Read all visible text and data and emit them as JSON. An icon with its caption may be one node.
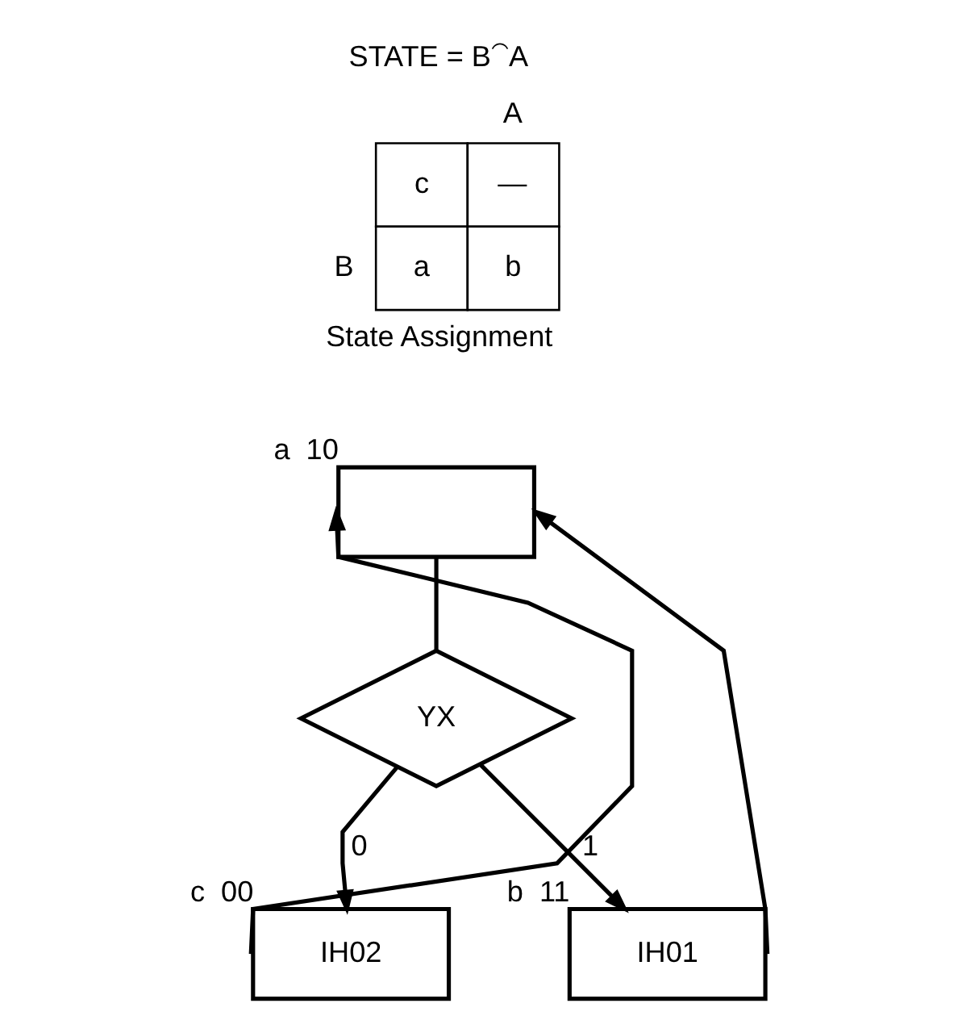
{
  "diagram": {
    "nodes": [
      {
        "text": [],
        "shape": "box",
        "beside": [
          "a",
          "10"
        ]
      },
      {
        "text": [
          "YX"
        ]
      },
      {
        "text": [
          "IH02"
        ],
        "beside": [
          "c",
          "00"
        ]
      },
      {
        "text": [
          "IH01"
        ],
        "beside": [
          "b",
          "11"
        ]
      }
    ],
    "edges": [
      {
        "from": 0,
        "to": 1,
        "arrow": "none"
      },
      {
        "from": 1,
        "to": 2,
        "label": "0",
        "arrow": "to"
      },
      {
        "from": 1,
        "to": 3,
        "label": "1",
        "arrow": "to"
      },
      {
        "from": 2,
        "to": 0,
        "arrow": "to"
      },
      {
        "from": 3,
        "to": 0,
        "arrow": "to"
      }
    ],
    "labels": [
      "STATE = B⁀A",
      "A",
      "c",
      "—",
      "B",
      "a",
      "b",
      "State Assignment"
    ]
  }
}
